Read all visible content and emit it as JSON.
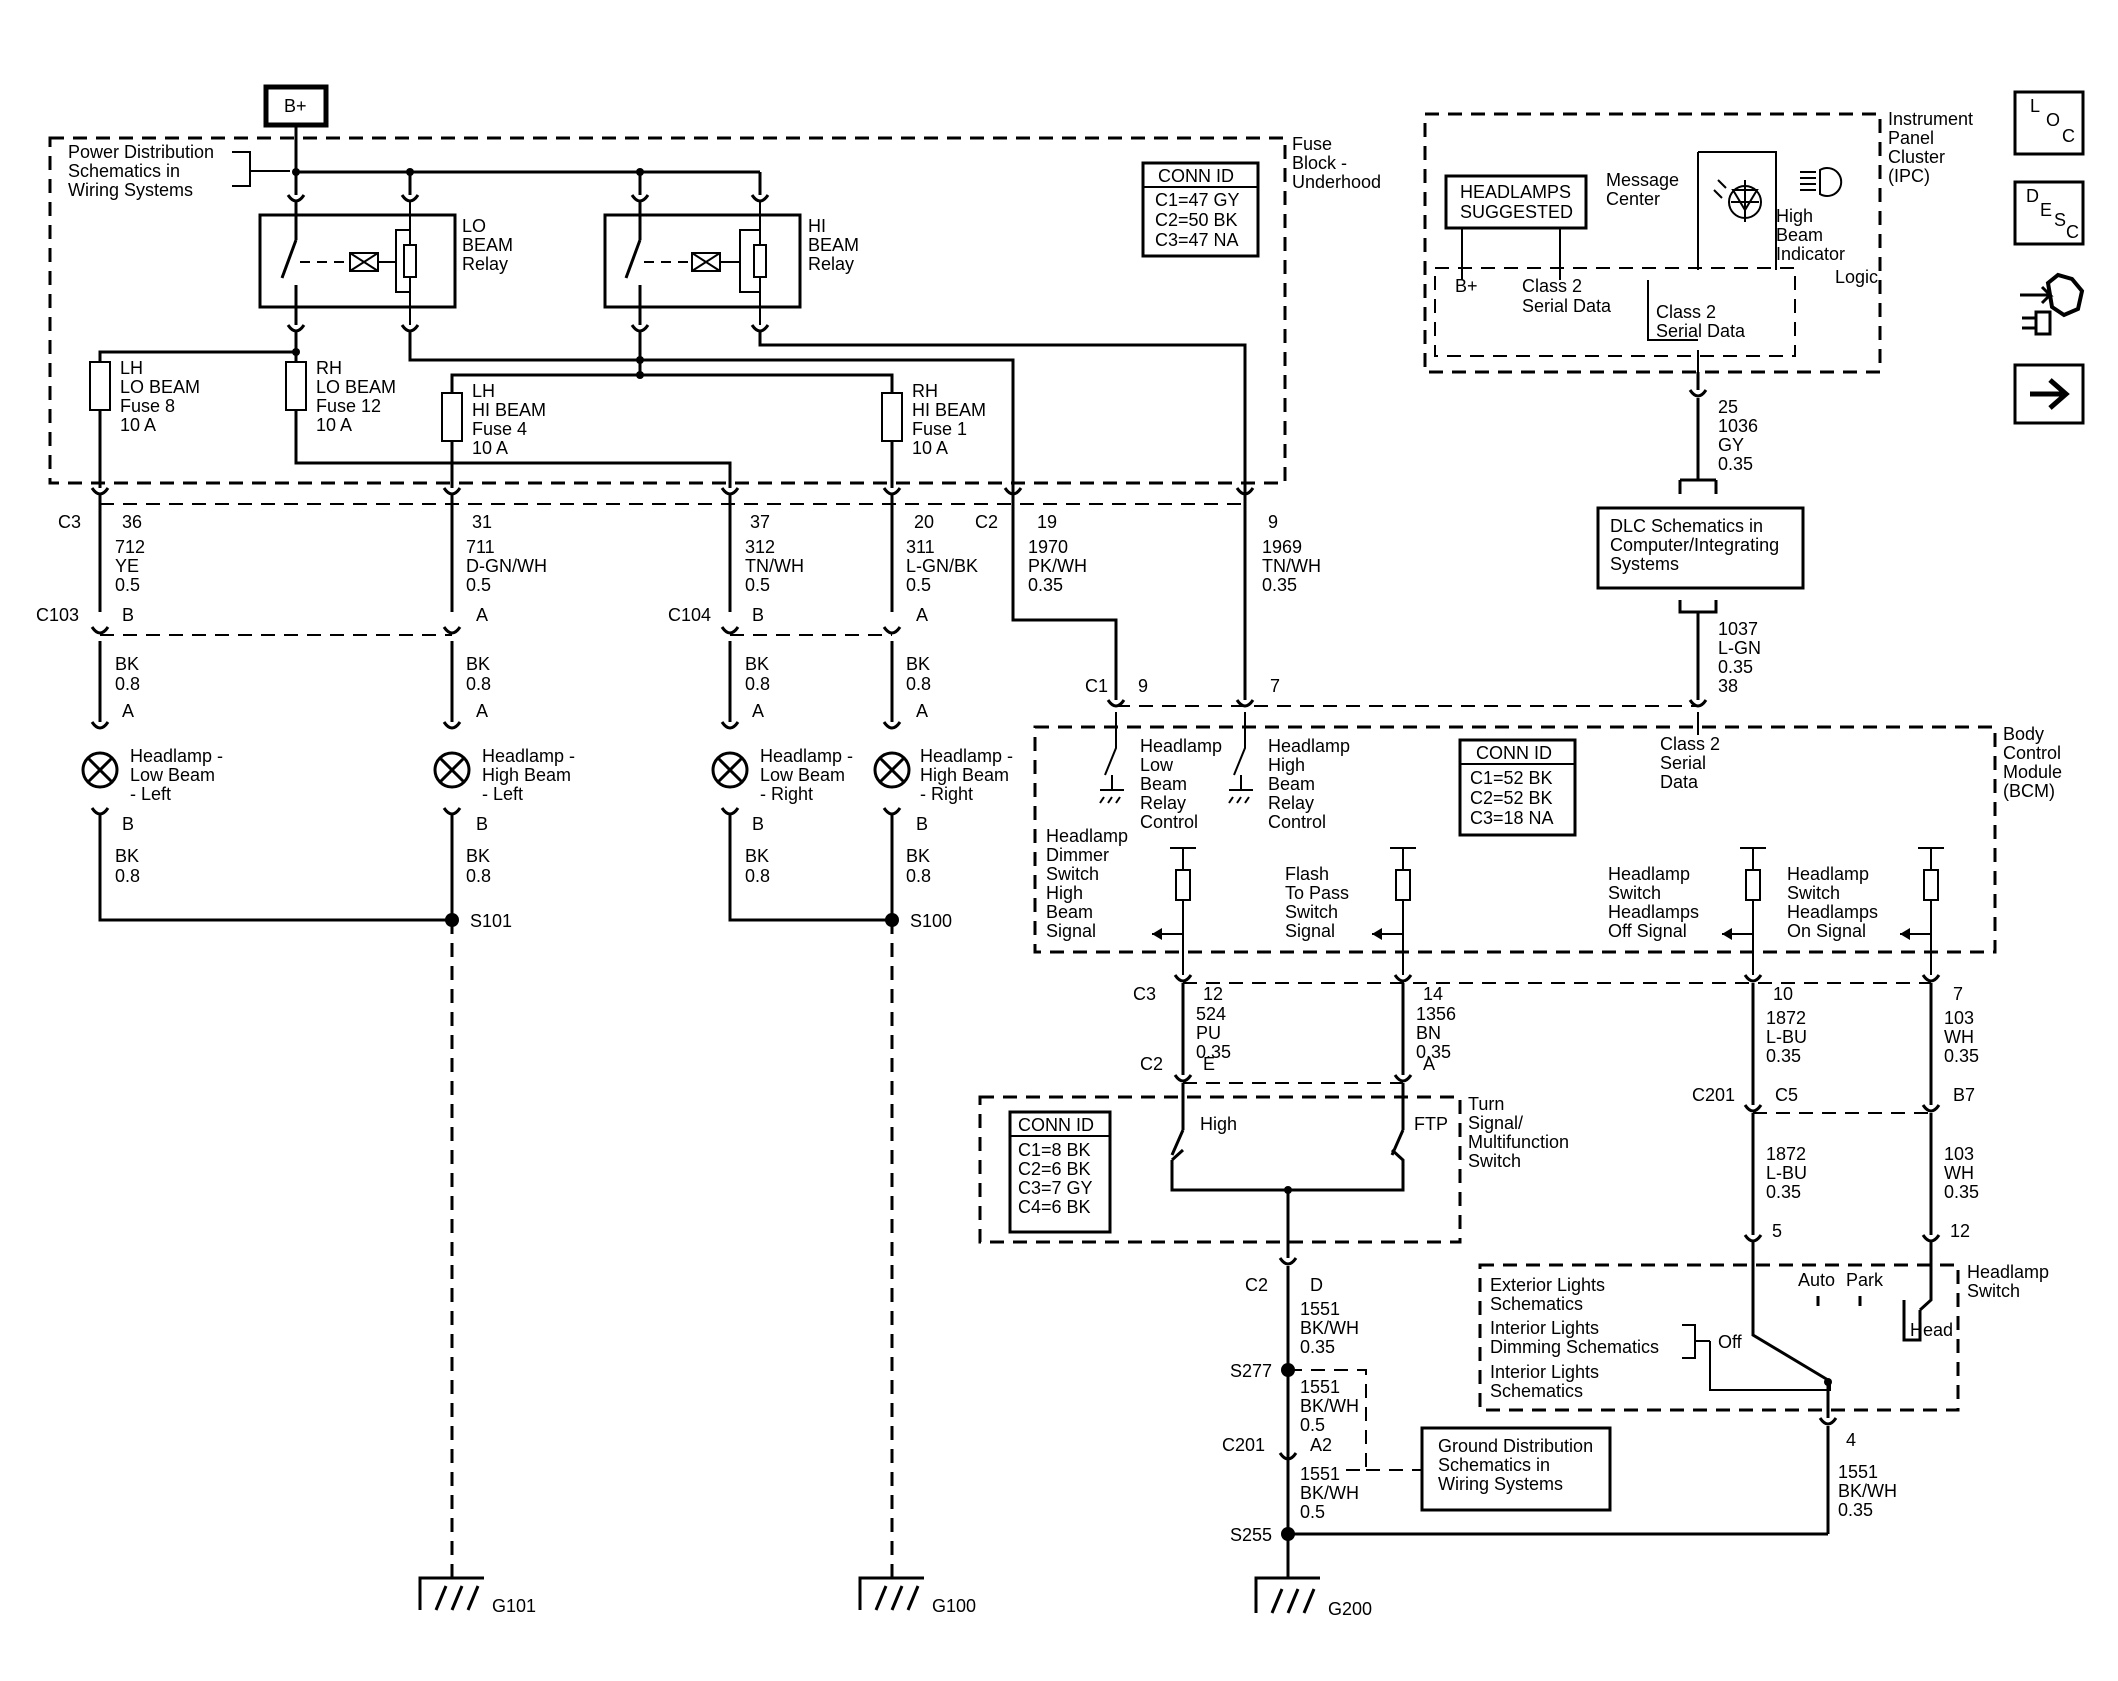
{
  "power": {
    "bplus": "B+",
    "pds": [
      "Power Distribution",
      "Schematics in",
      "Wiring Systems"
    ]
  },
  "fuse_block": {
    "label": [
      "Fuse",
      "Block -",
      "Underhood"
    ],
    "conn": [
      "CONN ID",
      "C1=47 GY",
      "C2=50 BK",
      "C3=47 NA"
    ]
  },
  "relays": {
    "lo": [
      "LO",
      "BEAM",
      "Relay"
    ],
    "hi": [
      "HI",
      "BEAM",
      "Relay"
    ]
  },
  "fuses": {
    "lh_lo": [
      "LH",
      "LO BEAM",
      "Fuse 8",
      "10 A"
    ],
    "rh_lo": [
      "RH",
      "LO BEAM",
      "Fuse 12",
      "10 A"
    ],
    "lh_hi": [
      "LH",
      "HI BEAM",
      "Fuse 4",
      "10 A"
    ],
    "rh_hi": [
      "RH",
      "HI BEAM",
      "Fuse 1",
      "10 A"
    ]
  },
  "fb_connectors": {
    "c3": "C3",
    "c2": "C2"
  },
  "fb_pins": {
    "p36": "36",
    "p31": "31",
    "p37": "37",
    "p20": "20",
    "p19": "19",
    "p9": "9"
  },
  "wires": {
    "w712": [
      "712",
      "YE",
      "0.5"
    ],
    "w711": [
      "711",
      "D-GN/WH",
      "0.5"
    ],
    "w312": [
      "312",
      "TN/WH",
      "0.5"
    ],
    "w311": [
      "311",
      "L-GN/BK",
      "0.5"
    ],
    "w1970": [
      "1970",
      "PK/WH",
      "0.35"
    ],
    "w1969": [
      "1969",
      "TN/WH",
      "0.35"
    ],
    "w1036": [
      "1036",
      "GY",
      "0.35"
    ],
    "w1037": [
      "1037",
      "L-GN",
      "0.35"
    ],
    "w524": [
      "524",
      "PU",
      "0.35"
    ],
    "w1356": [
      "1356",
      "BN",
      "0.35"
    ],
    "w1872": [
      "1872",
      "L-BU",
      "0.35"
    ],
    "w103": [
      "103",
      "WH",
      "0.35"
    ],
    "w1551_05": [
      "1551",
      "BK/WH",
      "0.5"
    ],
    "w1551_035": [
      "1551",
      "BK/WH",
      "0.35"
    ],
    "bk": [
      "BK",
      "0.8"
    ]
  },
  "inline": {
    "c103": "C103",
    "c104": "C104",
    "a": "A",
    "b": "B"
  },
  "lamps": {
    "ll": [
      "Headlamp -",
      "Low Beam",
      "- Left"
    ],
    "hl": [
      "Headlamp -",
      "High Beam",
      "- Left"
    ],
    "lr": [
      "Headlamp -",
      "Low Beam",
      "- Right"
    ],
    "hr": [
      "Headlamp -",
      "High Beam",
      "- Right"
    ]
  },
  "splices": {
    "s101": "S101",
    "s100": "S100",
    "s277": "S277",
    "s255": "S255"
  },
  "grounds": {
    "g101": "G101",
    "g100": "G100",
    "g200": "G200"
  },
  "ipc": {
    "label": [
      "Instrument",
      "Panel",
      "Cluster",
      "(IPC)"
    ],
    "msg": [
      "HEADLAMPS",
      "SUGGESTED"
    ],
    "msg_center": [
      "Message",
      "Center"
    ],
    "hbi": [
      "High",
      "Beam",
      "Indicator"
    ],
    "logic": "Logic",
    "bplus": "B+",
    "sd1": [
      "Class 2",
      "Serial Data"
    ],
    "sd2": [
      "Class 2",
      "Serial Data"
    ],
    "pin": "25",
    "pin38": "38"
  },
  "dlc": [
    "DLC Schematics in",
    "Computer/Integrating",
    "Systems"
  ],
  "bcm": {
    "label": [
      "Body",
      "Control",
      "Module",
      "(BCM)"
    ],
    "conn": [
      "CONN ID",
      "C1=52 BK",
      "C2=52 BK",
      "C3=18 NA"
    ],
    "lo_ctrl": [
      "Headlamp",
      "Low",
      "Beam",
      "Relay",
      "Control"
    ],
    "hi_ctrl": [
      "Headlamp",
      "High",
      "Beam",
      "Relay",
      "Control"
    ],
    "serial": [
      "Class 2",
      "Serial",
      "Data"
    ],
    "dimmer": [
      "Headlamp",
      "Dimmer",
      "Switch",
      "High",
      "Beam",
      "Signal"
    ],
    "ftp": [
      "Flash",
      "To Pass",
      "Switch",
      "Signal"
    ],
    "off_sig": [
      "Headlamp",
      "Switch",
      "Headlamps",
      "Off Signal"
    ],
    "on_sig": [
      "Headlamp",
      "Switch",
      "Headlamps",
      "On Signal"
    ],
    "c1": "C1",
    "c3": "C3",
    "p9": "9",
    "p7": "7",
    "p12": "12",
    "p14": "14",
    "p10": "10",
    "p7b": "7"
  },
  "turn_sw": {
    "label": [
      "Turn",
      "Signal/",
      "Multifunction",
      "Switch"
    ],
    "conn": [
      "CONN ID",
      "C1=8 BK",
      "C2=6 BK",
      "C3=7 GY",
      "C4=6 BK"
    ],
    "high": "High",
    "ftp": "FTP",
    "c2": "C2",
    "e": "E",
    "a": "A",
    "c2d": "C2",
    "d": "D"
  },
  "c201": {
    "label": "C201",
    "c5": "C5",
    "b7": "B7",
    "a2": "A2",
    "label2": "C201"
  },
  "hl_switch": {
    "label": [
      "Headlamp",
      "Switch"
    ],
    "ext": [
      "Exterior Lights",
      "Schematics"
    ],
    "dim": [
      "Interior Lights",
      "Dimming Schematics"
    ],
    "int": [
      "Interior Lights",
      "Schematics"
    ],
    "auto": "Auto",
    "park": "Park",
    "off": "Off",
    "head": "Head",
    "p5": "5",
    "p12": "12",
    "p4": "4"
  },
  "gnd_dist": [
    "Ground Distribution",
    "Schematics in",
    "Wiring Systems"
  ],
  "nav": {
    "loc": [
      "L",
      "O",
      "C"
    ],
    "desc": [
      "D",
      "E",
      "S",
      "C"
    ]
  }
}
